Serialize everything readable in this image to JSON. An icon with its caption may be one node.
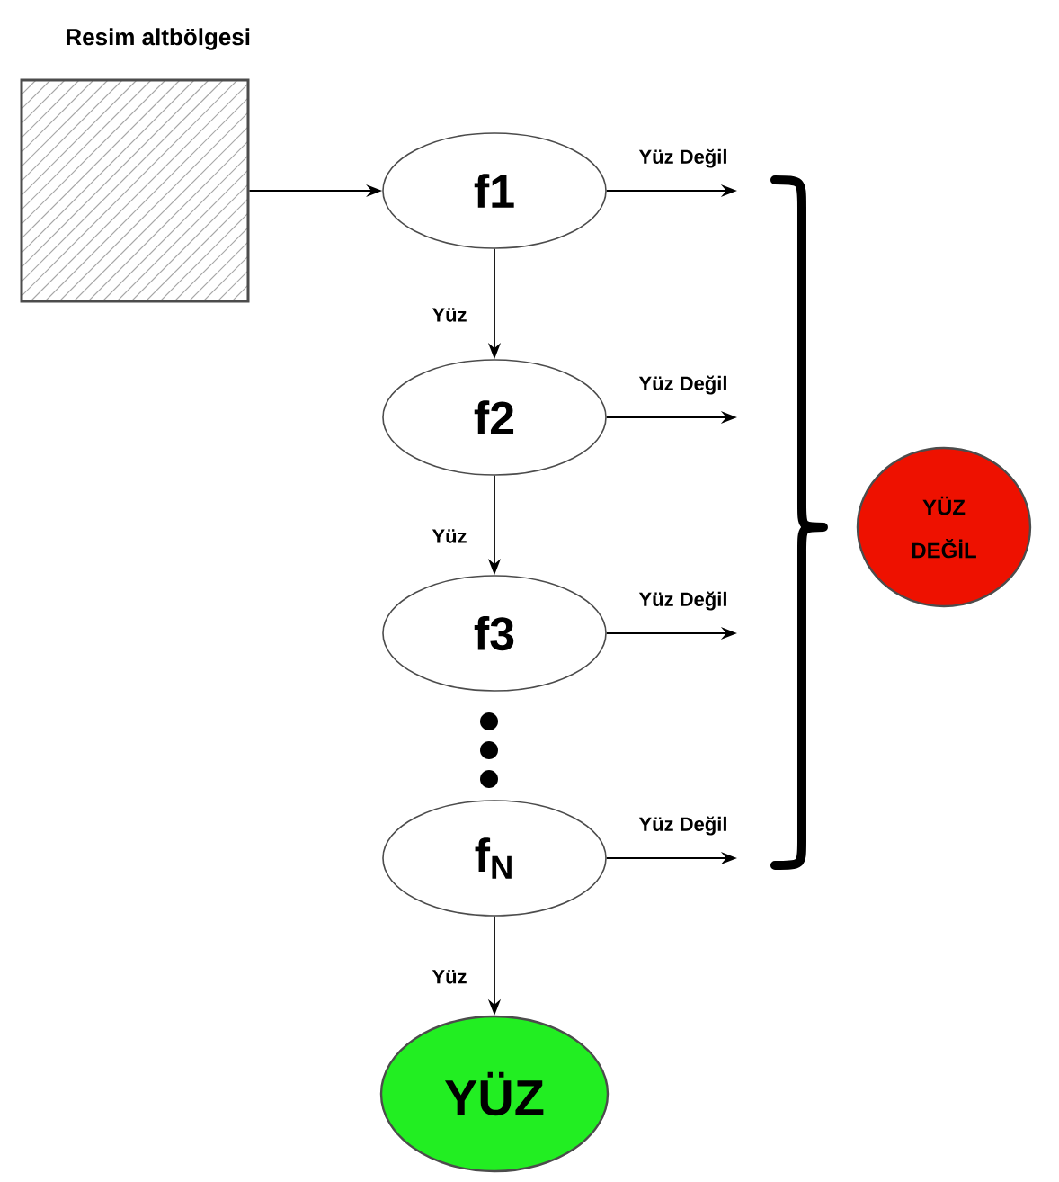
{
  "diagram": {
    "nodes": [
      {
        "text": [
          "Resim altbölgesi"
        ]
      },
      {
        "text": [
          "f1"
        ]
      },
      {
        "text": [
          "f2"
        ]
      },
      {
        "text": [
          "f3"
        ]
      },
      {
        "text": [
          "f$_{N}$"
        ]
      },
      {
        "text": [
          "YÜZ"
        ]
      },
      {
        "text": [
          "YÜZ DEĞİL"
        ]
      }
    ],
    "edges": [
      {
        "from": 0,
        "to": 1,
        "arrow": "to"
      },
      {
        "from": 1,
        "to": 2,
        "arrow": "to",
        "label": "Yüz"
      },
      {
        "from": 2,
        "to": 3,
        "arrow": "to",
        "label": "Yüz"
      },
      {
        "from": 4,
        "to": 5,
        "arrow": "to",
        "label": "Yüz"
      },
      {
        "from": 1,
        "to": null,
        "arrow": "to",
        "label": "Yüz Değil"
      },
      {
        "from": 2,
        "to": null,
        "arrow": "to",
        "label": "Yüz Değil"
      },
      {
        "from": 3,
        "to": null,
        "arrow": "to",
        "label": "Yüz Değil"
      },
      {
        "from": 4,
        "to": null,
        "arrow": "to",
        "label": "Yüz Değil"
      }
    ]
  }
}
